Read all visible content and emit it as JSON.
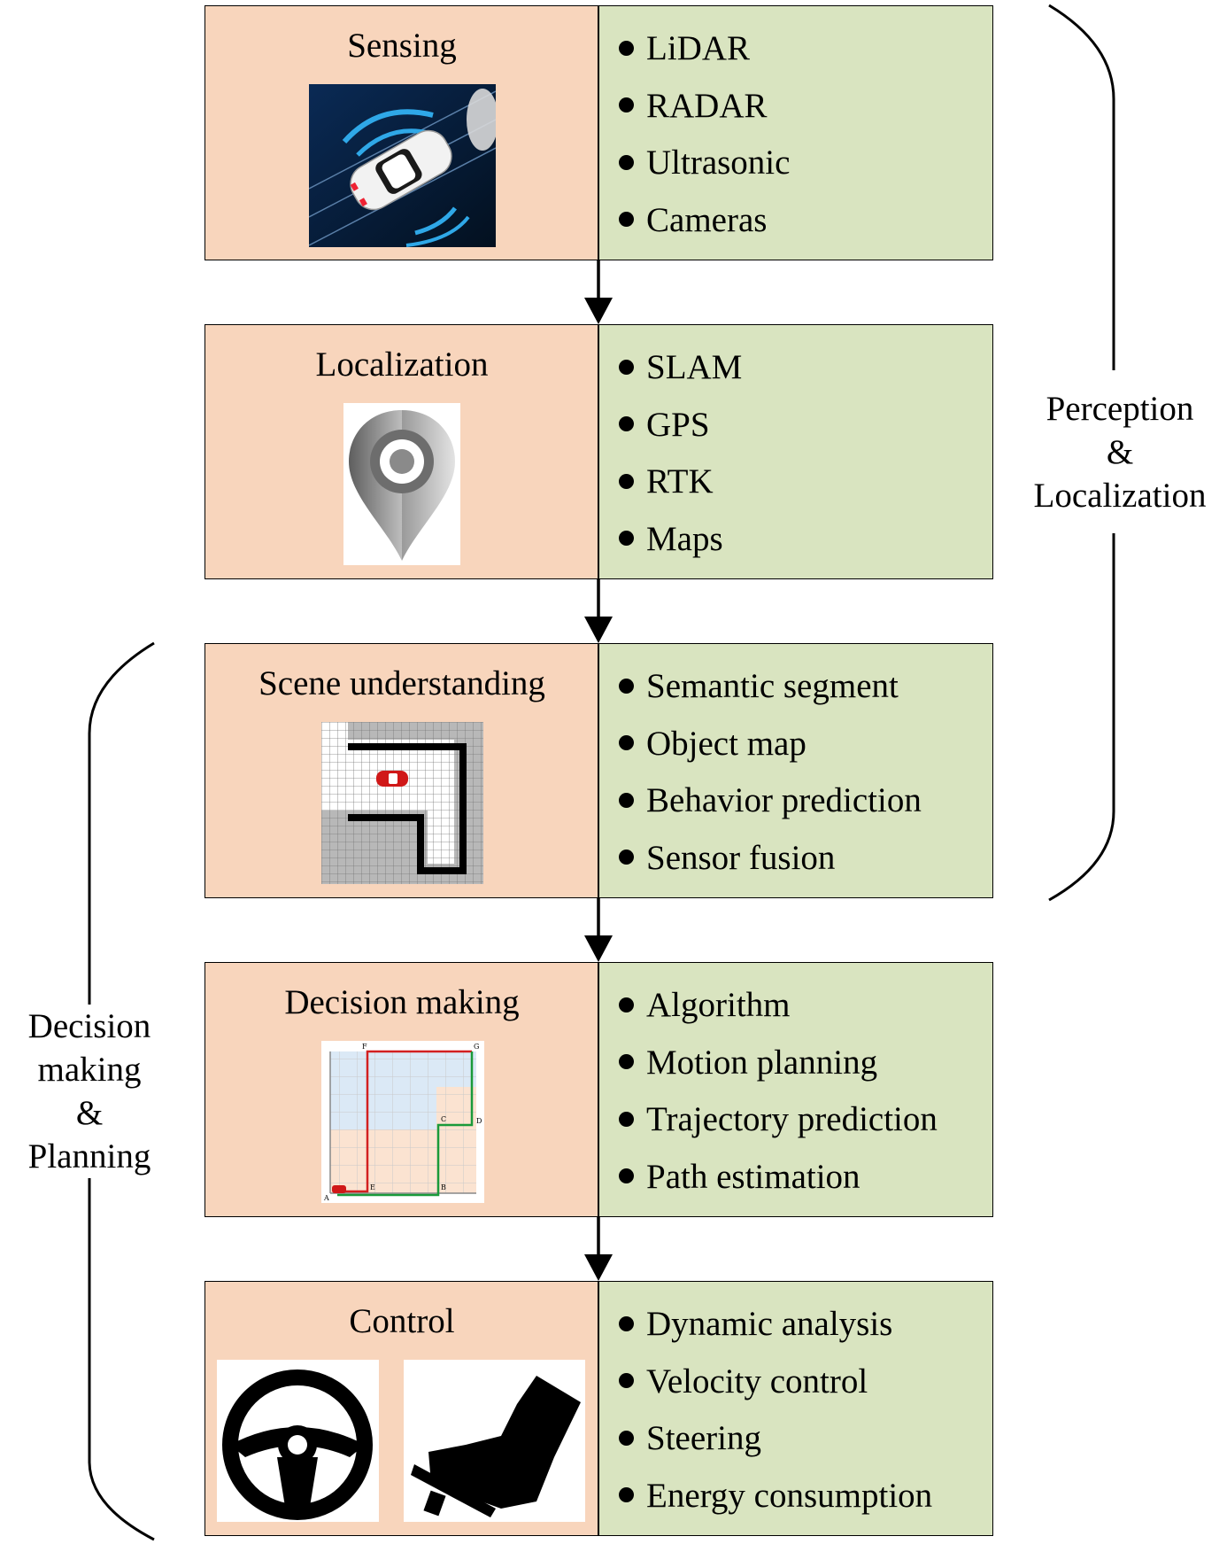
{
  "stages": [
    {
      "title": "Sensing",
      "icon": "car-sensors-icon",
      "items": [
        "LiDAR",
        "RADAR",
        "Ultrasonic",
        "Cameras"
      ]
    },
    {
      "title": "Localization",
      "icon": "map-pin-icon",
      "items": [
        "SLAM",
        "GPS",
        "RTK",
        "Maps"
      ]
    },
    {
      "title": "Scene understanding",
      "icon": "occupancy-grid-icon",
      "items": [
        "Semantic segment",
        "Object map",
        "Behavior prediction",
        "Sensor fusion"
      ]
    },
    {
      "title": "Decision making",
      "icon": "path-grid-icon",
      "grid_letters": [
        "F",
        "G",
        "C",
        "D",
        "A",
        "E",
        "B"
      ],
      "items": [
        "Algorithm",
        "Motion planning",
        "Trajectory prediction",
        "Path estimation"
      ]
    },
    {
      "title": "Control",
      "icon": "steering-wheel-icon",
      "icon2": "foot-pedal-icon",
      "items": [
        "Dynamic analysis",
        "Velocity control",
        "Steering",
        "Energy consumption"
      ]
    }
  ],
  "groups": {
    "perception": {
      "lines": [
        "Perception",
        "&",
        "Localization"
      ]
    },
    "planning": {
      "lines": [
        "Decision",
        "making",
        "&",
        "Planning"
      ]
    }
  },
  "colors": {
    "stage_fill": "#f8d5bc",
    "detail_fill": "#d9e4c0",
    "line": "#000000"
  }
}
